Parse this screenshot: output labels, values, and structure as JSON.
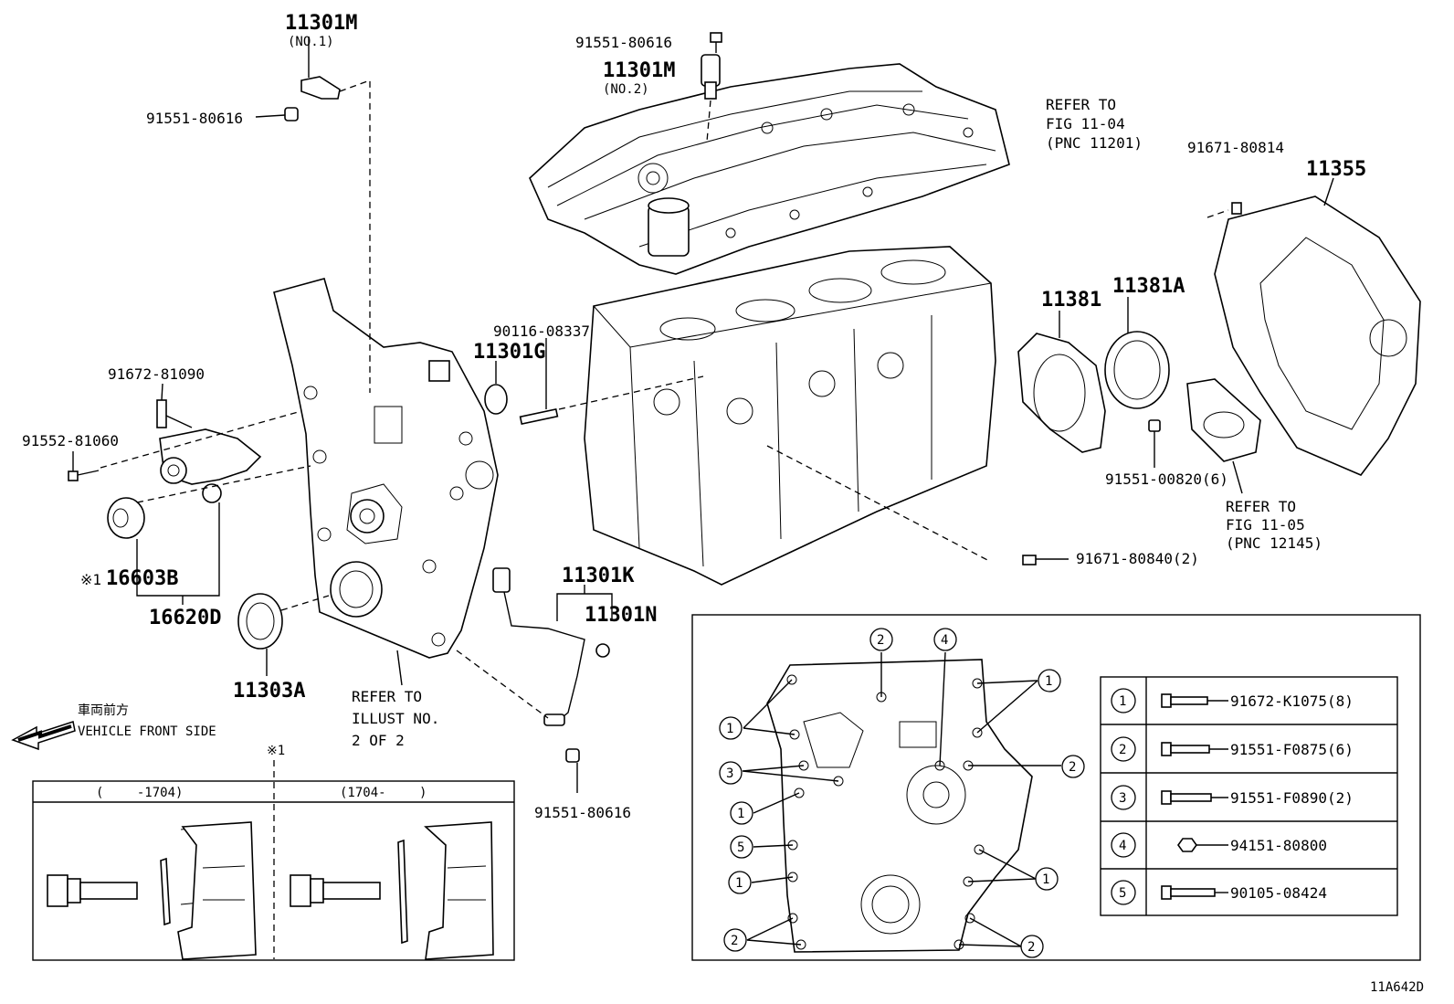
{
  "diagram_id": "11A642D",
  "parts": {
    "p_11301M_1": "11301M",
    "p_11301M_1_note": "(NO.1)",
    "p_11301M_2": "11301M",
    "p_11301M_2_note": "(NO.2)",
    "p_91551_80616_a": "91551-80616",
    "p_91551_80616_b": "91551-80616",
    "p_91551_80616_c": "91551-80616",
    "p_91672_81090": "91672-81090",
    "p_91552_81060": "91552-81060",
    "p_16603B": "16603B",
    "p_16603B_mark": "※1",
    "p_16620D": "16620D",
    "p_11303A": "11303A",
    "p_90116_08337": "90116-08337",
    "p_11301G": "11301G",
    "p_11301K": "11301K",
    "p_11301N": "11301N",
    "p_11381": "11381",
    "p_11381A": "11381A",
    "p_91551_00820": "91551-00820(6)",
    "p_91671_80814": "91671-80814",
    "p_11355": "11355",
    "p_91671_80840": "91671-80840(2)"
  },
  "refs": {
    "ref_1104_l1": "REFER TO",
    "ref_1104_l2": "FIG 11-04",
    "ref_1104_l3": "(PNC 11201)",
    "ref_1105_l1": "REFER TO",
    "ref_1105_l2": "FIG 11-05",
    "ref_1105_l3": "(PNC 12145)",
    "ref_illust_l1": "REFER TO",
    "ref_illust_l2": "ILLUST NO.",
    "ref_illust_l3": "2 OF 2"
  },
  "front": {
    "jp": "車両前方",
    "en": "VEHICLE FRONT SIDE"
  },
  "variant_box": {
    "mark": "※1",
    "col1": "(　　 -1704)",
    "col2": "(1704- 　　)"
  },
  "legend": [
    {
      "num": "1",
      "part": "91672-K1075(8)"
    },
    {
      "num": "2",
      "part": "91551-F0875(6)"
    },
    {
      "num": "3",
      "part": "91551-F0890(2)"
    },
    {
      "num": "4",
      "part": "94151-80800"
    },
    {
      "num": "5",
      "part": "90105-08424"
    }
  ],
  "callouts": [
    "1",
    "2",
    "3",
    "4",
    "5"
  ]
}
